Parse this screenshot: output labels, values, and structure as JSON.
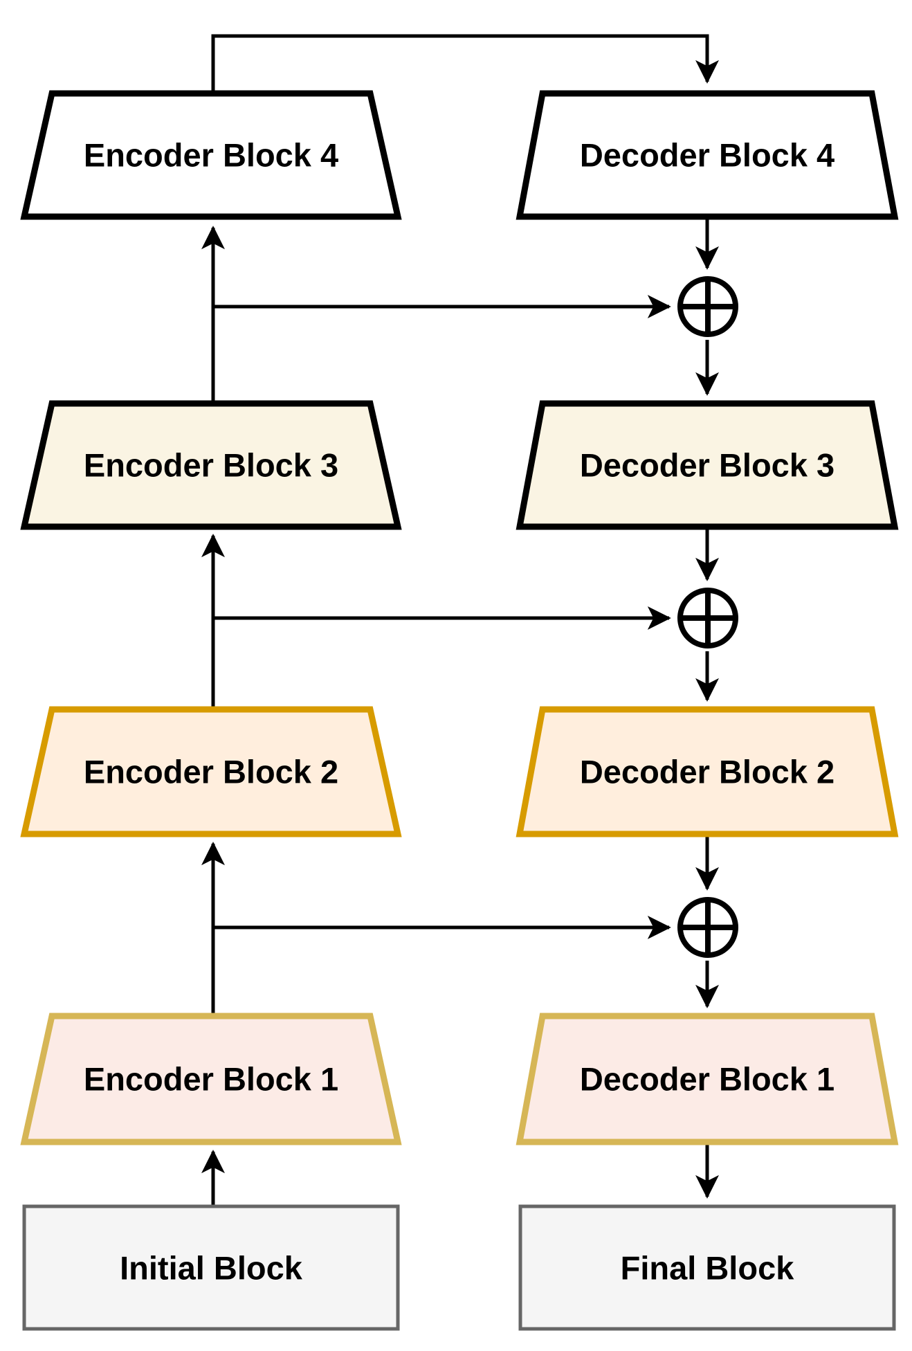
{
  "diagram": {
    "title": "encoder-decoder-architecture",
    "rows": [
      {
        "encoder": "Encoder Block 4",
        "decoder": "Decoder Block 4",
        "fill": "#ffffff",
        "stroke": "#000000"
      },
      {
        "encoder": "Encoder Block 3",
        "decoder": "Decoder Block 3",
        "fill": "#faf4e3",
        "stroke": "#000000"
      },
      {
        "encoder": "Encoder Block 2",
        "decoder": "Decoder Block 2",
        "fill": "#ffeedd",
        "stroke": "#d79b00"
      },
      {
        "encoder": "Encoder Block 1",
        "decoder": "Decoder Block 1",
        "fill": "#fcebe6",
        "stroke": "#d6b656"
      }
    ],
    "terminals": {
      "initial": "Initial Block",
      "final": "Final Block",
      "fill": "#f5f5f5",
      "stroke": "#666666"
    },
    "merge_nodes": {
      "symbol": "circled-plus",
      "count": 3,
      "fill": "#ffffff",
      "stroke": "#000000"
    },
    "colors": {
      "line": "#000000",
      "text": "#000000",
      "background": "#ffffff"
    }
  }
}
